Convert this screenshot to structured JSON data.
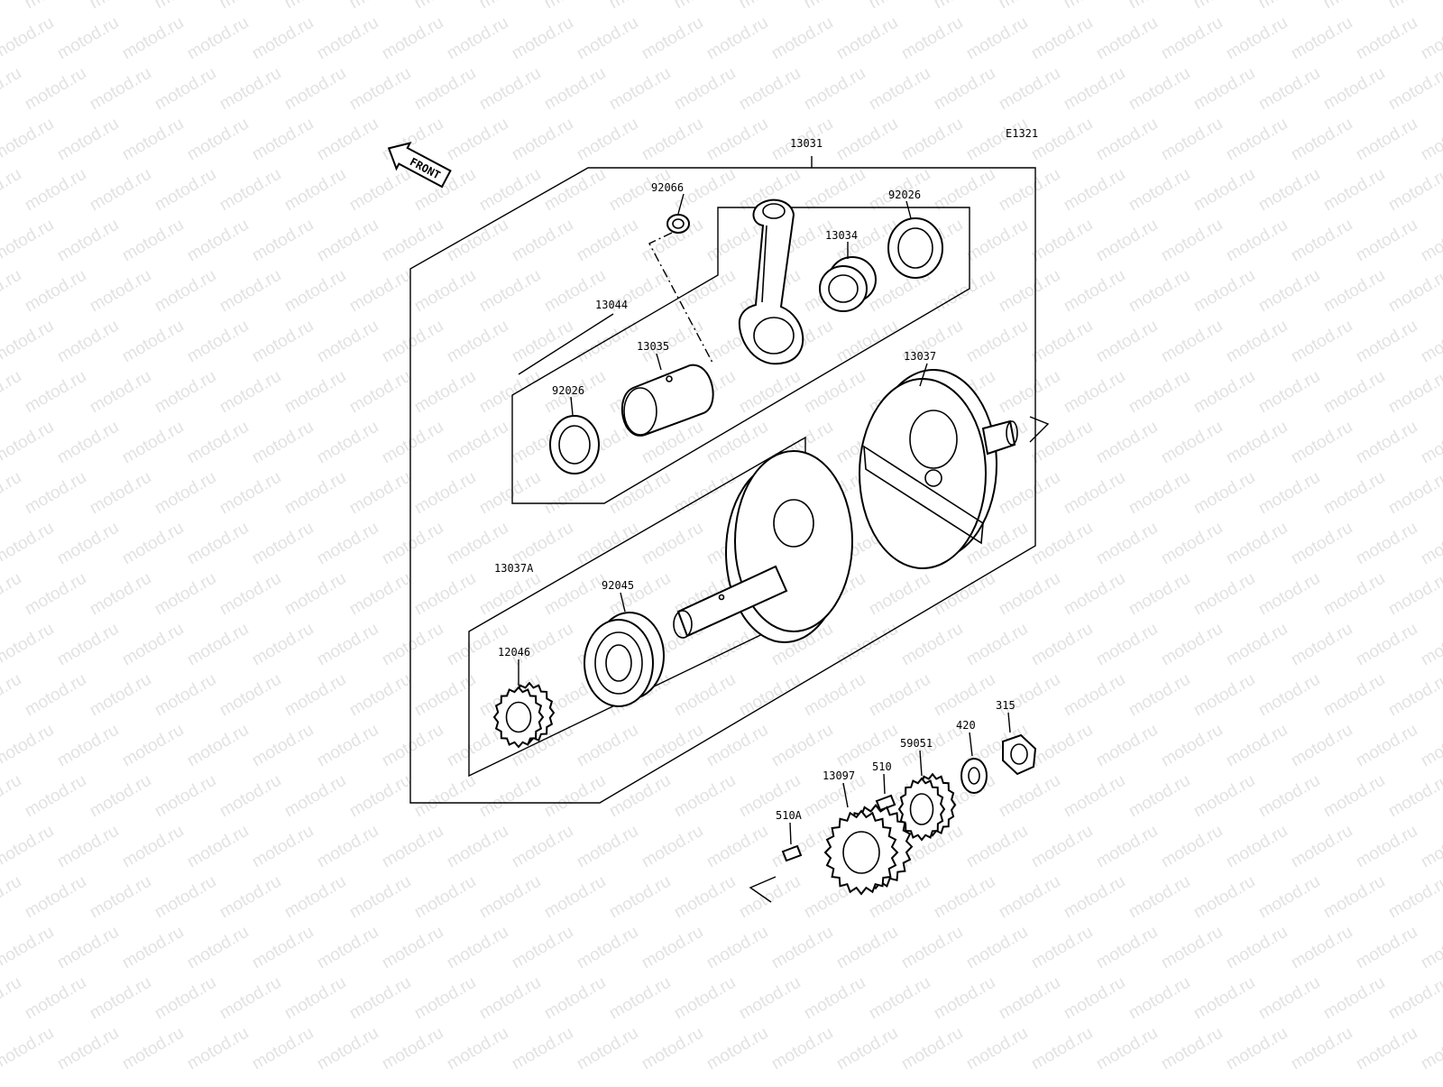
{
  "diagram": {
    "code": "E1321",
    "front_label": "FRONT",
    "watermark": "motod.ru",
    "colors": {
      "line": "#000000",
      "watermark": "#e2e2e2",
      "background": "#ffffff"
    },
    "parts": {
      "p13031": "13031",
      "p92066": "92066",
      "p92026_top": "92026",
      "p13034": "13034",
      "p13044": "13044",
      "p13035": "13035",
      "p92026_bottom": "92026",
      "p13037": "13037",
      "p13037A": "13037A",
      "p92045": "92045",
      "p12046": "12046",
      "p315": "315",
      "p420": "420",
      "p59051": "59051",
      "p510": "510",
      "p13097": "13097",
      "p510A": "510A"
    }
  }
}
